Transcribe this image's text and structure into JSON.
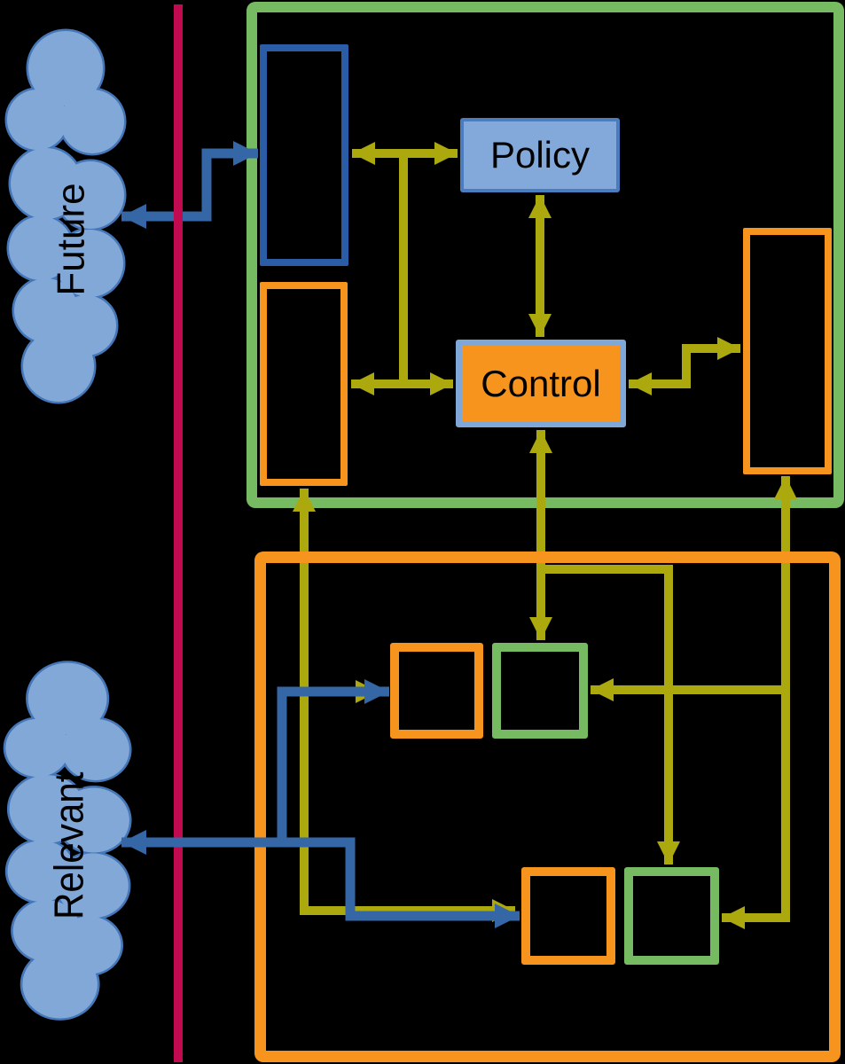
{
  "palette": {
    "background": "#000000",
    "crimson": "#C20A50",
    "green": "#76BB62",
    "orange": "#F7941D",
    "olive": "#ACA90F",
    "blue": "#3566A6",
    "blue_dark": "#2B5CA6",
    "policy_fill": "#82A9DA",
    "policy_border": "#4A7CBE",
    "control_fill": "#F7941D",
    "control_border": "#7FA8D8",
    "cloud_fill": "#82A8D8",
    "cloud_border": "#4476B8",
    "text": "#000000"
  },
  "clouds": {
    "future": {
      "label": "Future"
    },
    "relevant": {
      "label": "Relevant"
    }
  },
  "nodes": {
    "policy": {
      "label": "Policy"
    },
    "control": {
      "label": "Control"
    }
  }
}
